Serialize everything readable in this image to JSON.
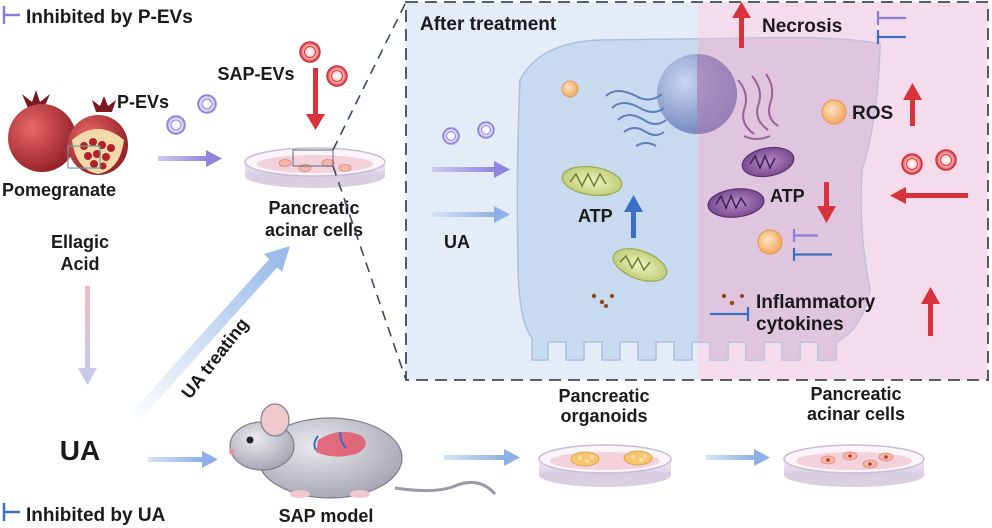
{
  "legend": {
    "p_evs": "Inhibited by P-EVs",
    "ua": "Inhibited by UA"
  },
  "left": {
    "pomegranate": "Pomegranate",
    "ellagic_line1": "Ellagic",
    "ellagic_line2": "Acid",
    "ua": "UA",
    "p_evs": "P-EVs",
    "sap_evs": "SAP-EVs",
    "acinar_line1": "Pancreatic",
    "acinar_line2": "acinar cells",
    "ua_treating": "UA treating",
    "sap_model": "SAP model"
  },
  "panel": {
    "title": "After treatment",
    "ua": "UA",
    "atp_left": "ATP",
    "atp_right": "ATP",
    "necrosis": "Necrosis",
    "ros": "ROS",
    "inflam_line1": "Inflammatory",
    "inflam_line2": "cytokines"
  },
  "bottom": {
    "organoids_line1": "Pancreatic",
    "organoids_line2": "organoids",
    "acinar_line1": "Pancreatic",
    "acinar_line2": "acinar cells"
  },
  "colors": {
    "pevs": "#8a7fd8",
    "ua": "#3a6fc4",
    "sap_red": "#d8323a",
    "panel_blue": "#e3ecf7",
    "panel_pink": "#f4dcec"
  }
}
